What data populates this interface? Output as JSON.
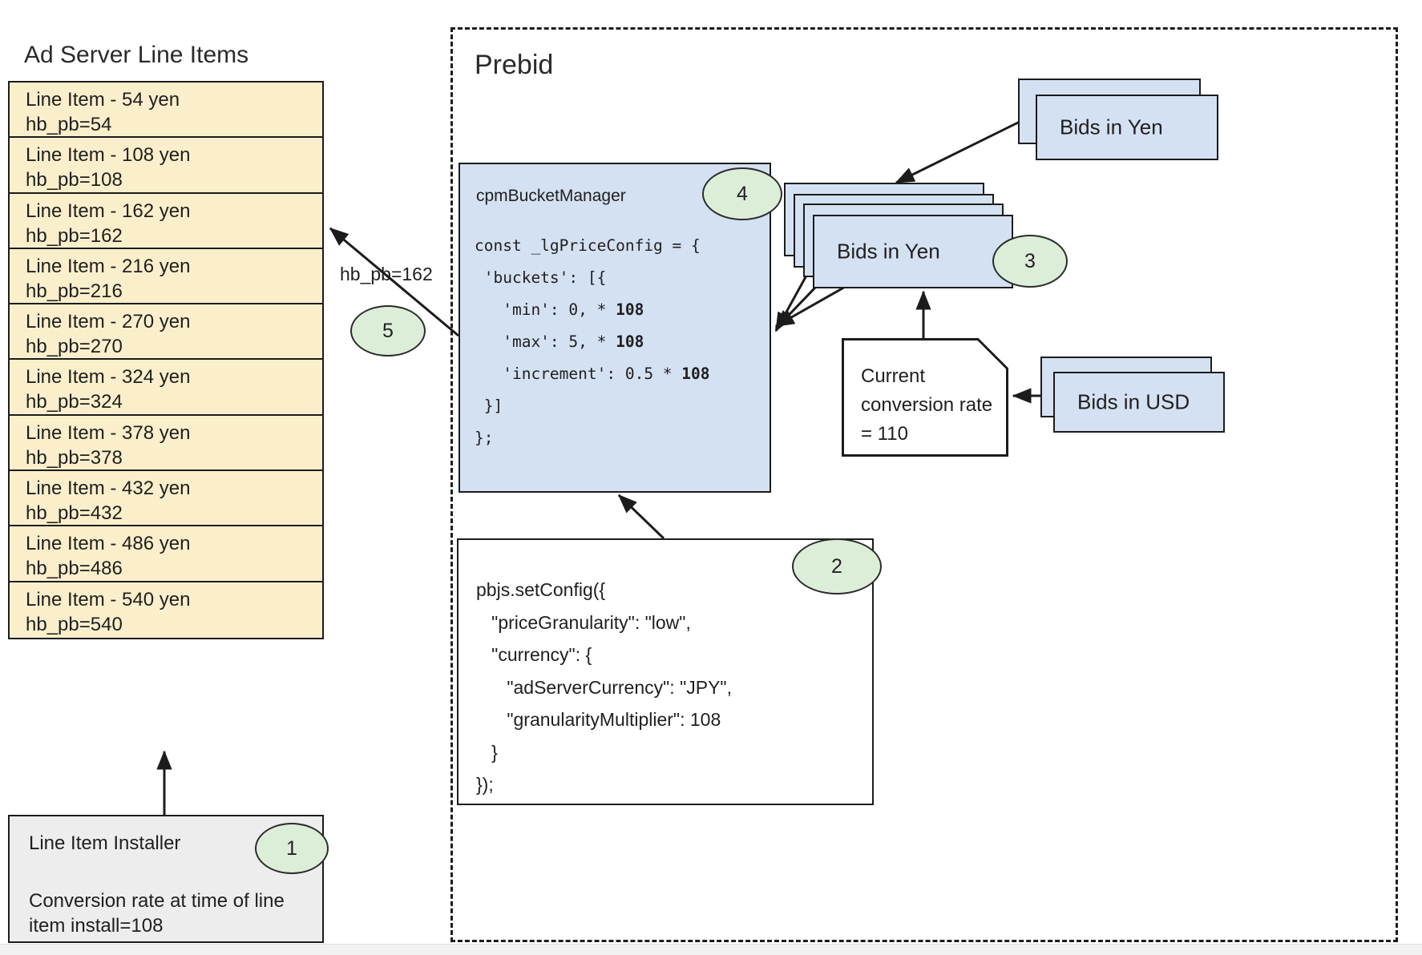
{
  "left_panel": {
    "title": "Ad Server Line Items",
    "line_items": [
      {
        "name": "Line Item - 54 yen",
        "key": "hb_pb=54"
      },
      {
        "name": "Line Item - 108 yen",
        "key": "hb_pb=108"
      },
      {
        "name": "Line Item - 162 yen",
        "key": "hb_pb=162"
      },
      {
        "name": "Line Item - 216 yen",
        "key": "hb_pb=216"
      },
      {
        "name": "Line Item - 270 yen",
        "key": "hb_pb=270"
      },
      {
        "name": "Line Item - 324 yen",
        "key": "hb_pb=324"
      },
      {
        "name": "Line Item - 378 yen",
        "key": "hb_pb=378"
      },
      {
        "name": "Line Item - 432 yen",
        "key": "hb_pb=432"
      },
      {
        "name": "Line Item - 486 yen",
        "key": "hb_pb=486"
      },
      {
        "name": "Line Item - 540 yen",
        "key": "hb_pb=540"
      }
    ],
    "installer": {
      "title": "Line Item Installer",
      "note": "Conversion rate at time of line item install=108",
      "badge": "1"
    }
  },
  "prebid": {
    "title": "Prebid",
    "cpm_bucket_manager": {
      "title": "cpmBucketManager",
      "badge": "4",
      "code": "const _lgPriceConfig = {\n 'buckets': [{\n   'min': 0, * 108\n   'max': 5, * 108\n   'increment': 0.5 * 108\n }]\n};"
    },
    "set_config": {
      "badge": "2",
      "code": "pbjs.setConfig({\n   \"priceGranularity\": \"low\",\n   \"currency\": {\n      \"adServerCurrency\": \"JPY\",\n      \"granularityMultiplier\": 108\n   }\n});"
    },
    "bids_yen_incoming": {
      "label": "Bids in Yen",
      "stack_count": 2
    },
    "bids_yen_converted": {
      "label": "Bids in Yen",
      "stack_count": 4,
      "badge": "3"
    },
    "bids_usd": {
      "label": "Bids in USD",
      "stack_count": 2
    },
    "conversion_note": {
      "text": "Current conversion rate = 110"
    }
  },
  "edges": {
    "hb_pb_label": "hb_pb=162",
    "hb_pb_badge": "5"
  },
  "colors": {
    "line_item_fill": "#fbefcb",
    "bid_card_fill": "#d4e1f2",
    "code_box_fill": "#d4e1f2",
    "installer_fill": "#ededed",
    "badge_fill": "#ddeed8",
    "stroke": "#1c1c1c"
  }
}
